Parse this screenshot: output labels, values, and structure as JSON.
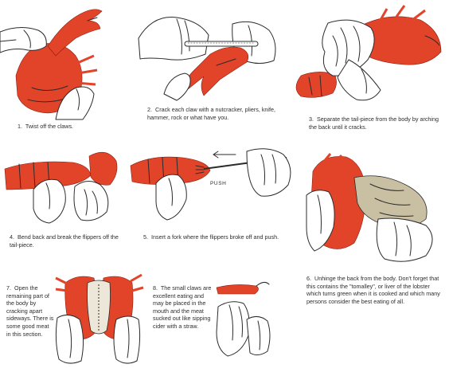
{
  "colors": {
    "lobster_red": "#e2442a",
    "lobster_dark": "#a82613",
    "tomalley": "#c9c0a3",
    "ink": "#2b2b2b"
  },
  "steps": [
    {
      "number": "1.",
      "text": "Twist off the claws."
    },
    {
      "number": "2.",
      "text": "Crack each claw with a nutcracker, pliers, knife, hammer, rock or what have you."
    },
    {
      "number": "3.",
      "text": "Separate the tail-piece from the body by arching the back until it cracks."
    },
    {
      "number": "4.",
      "text": "Bend back and break the flippers off the tail-piece."
    },
    {
      "number": "5.",
      "text": "Insert a fork where the flippers broke off and push."
    },
    {
      "number": "6.",
      "text": "Unhinge the back from the body. Don't forget that this contains the \"tomalley\", or liver of the lobster which turns green when it is cooked and which many persons consider the best eating of all."
    },
    {
      "number": "7.",
      "text": "Open the remaining part of the body by cracking apart sideways. There is some good meat in this section."
    },
    {
      "number": "8.",
      "text": "The small claws are excellent eating and may be placed in the mouth and the meat sucked out like sipping cider with a straw."
    }
  ],
  "labels": {
    "push": "PUSH"
  }
}
